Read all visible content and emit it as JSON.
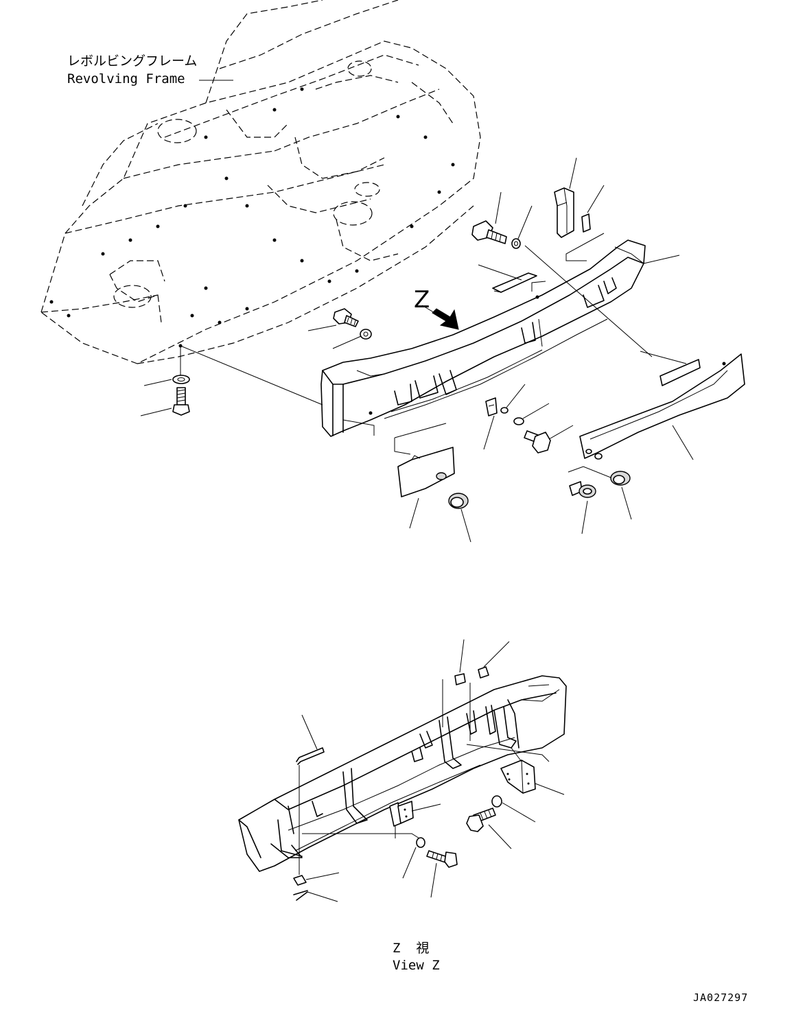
{
  "labels": {
    "frame_ja": "レボルビングフレーム",
    "frame_en": "Revolving Frame",
    "view_letter": "Z",
    "view_z_ja": "Z  視",
    "view_z_en": "View Z",
    "drawing_number": "JA027297"
  },
  "icons": {
    "view_arrow": "bold-arrow-down-right-icon"
  }
}
